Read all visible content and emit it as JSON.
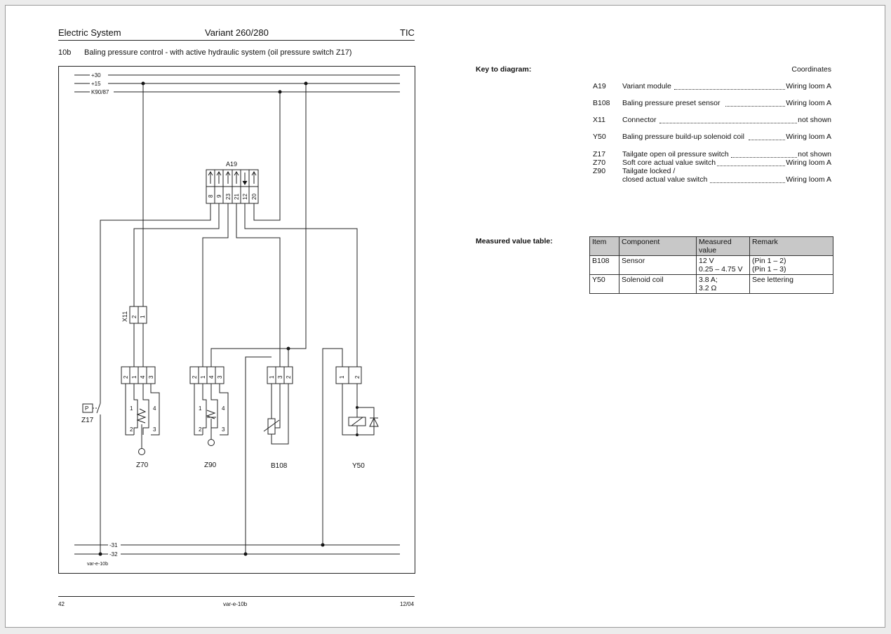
{
  "header": {
    "left": "Electric System",
    "center": "Variant 260/280",
    "right": "TIC",
    "section_number": "10b",
    "section_title": "Baling pressure control - with active hydraulic system (oil pressure switch Z17)"
  },
  "diagram": {
    "rails_top": [
      "+30",
      "+15",
      "K90/87"
    ],
    "rails_bottom": [
      "-31",
      "-32"
    ],
    "module": "A19",
    "module_pins": [
      "8",
      "9",
      "23",
      "21",
      "12",
      "20"
    ],
    "connector": "X11",
    "connector_pins": [
      "2",
      "1"
    ],
    "z70_pins": [
      "2",
      "1",
      "4",
      "3"
    ],
    "z90_pins": [
      "2",
      "1",
      "4",
      "3"
    ],
    "b108_pins": [
      "1",
      "3",
      "2"
    ],
    "y50_pins": [
      "1",
      "2"
    ],
    "switch_terminals": [
      "1",
      "4",
      "2",
      "3"
    ],
    "pressure_symbol": "P",
    "components": [
      "Z17",
      "Z70",
      "Z90",
      "B108",
      "Y50"
    ],
    "drawing_ref": "var-e-10b"
  },
  "key": {
    "title": "Key to diagram:",
    "coordinates_label": "Coordinates",
    "entries": [
      {
        "code": "A19",
        "description": "Variant module",
        "location": "Wiring loom A"
      },
      {
        "code": "B108",
        "description": "Baling pressure preset sensor",
        "location": "Wiring loom A"
      },
      {
        "code": "X11",
        "description": "Connector",
        "location": "not shown"
      },
      {
        "code": "Y50",
        "description": "Baling pressure build-up solenoid coil",
        "location": "Wiring loom A"
      },
      {
        "code": "Z17",
        "description": "Tailgate open oil pressure switch",
        "location": "not shown"
      },
      {
        "code": "Z70",
        "description": "Soft core actual value switch",
        "location": "Wiring loom A"
      },
      {
        "code": "Z90",
        "description": "Tailgate locked /",
        "location": ""
      },
      {
        "code": "",
        "description": "closed actual value switch",
        "location": "Wiring loom A"
      }
    ]
  },
  "measured": {
    "title": "Measured value table:",
    "headers": [
      "Item",
      "Component",
      "Measured value",
      "Remark"
    ],
    "rows": [
      {
        "item": "B108",
        "component": "Sensor",
        "value1": "12 V",
        "value2": "0.25 – 4.75 V",
        "remark1": "(Pin 1 – 2)",
        "remark2": "(Pin 1 – 3)"
      },
      {
        "item": "Y50",
        "component": "Solenoid coil",
        "value1": "3.8 A;",
        "value2": "3.2 Ω",
        "remark1": "See lettering",
        "remark2": ""
      }
    ]
  },
  "footer": {
    "page": "42",
    "ref": "var-e-10b",
    "date": "12/04"
  }
}
